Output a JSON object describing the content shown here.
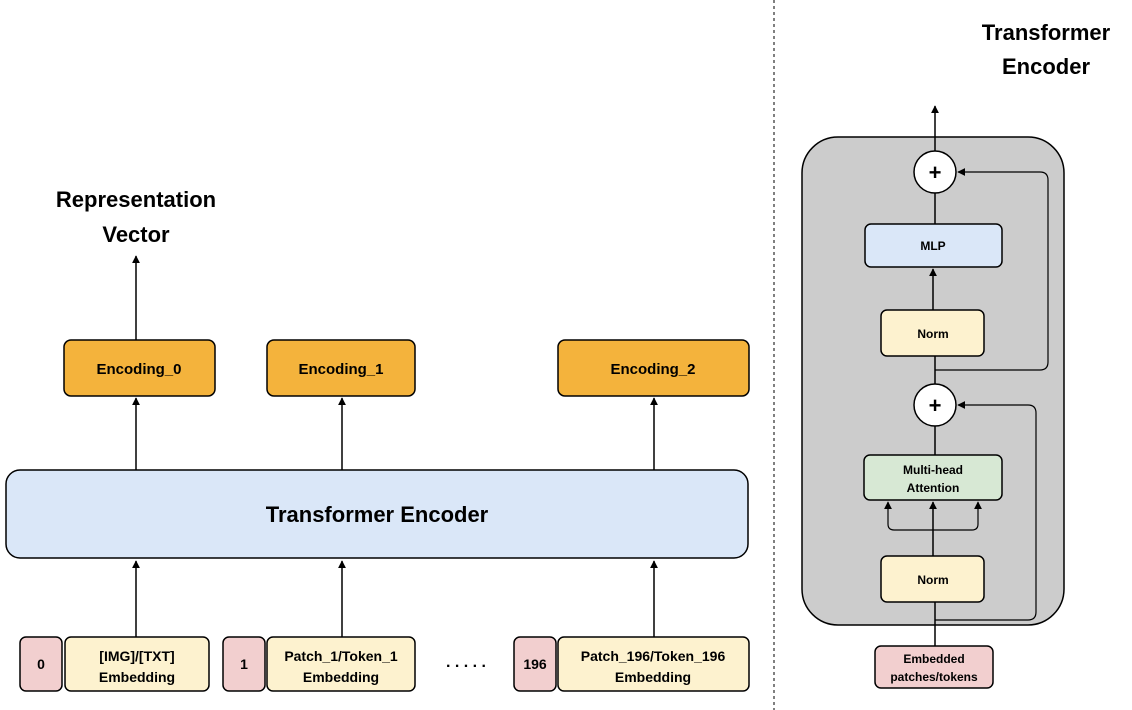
{
  "colors": {
    "encoding_fill": "#f4b33c",
    "encoder_fill": "#dae7f8",
    "embedding_fill": "#fdf2cf",
    "position_fill": "#f2cfcf",
    "attention_fill": "#d7e8d4",
    "mlp_fill": "#dae7f8",
    "norm_fill": "#fdf2cf",
    "panel_fill": "#cccccc",
    "stroke": "#000000"
  },
  "left": {
    "output_title": [
      "Representation",
      "Vector"
    ],
    "encodings": [
      "Encoding_0",
      "Encoding_1",
      "Encoding_2"
    ],
    "encoder_label": "Transformer Encoder",
    "inputs": [
      {
        "position": "0",
        "embedding": [
          "[IMG]/[TXT]",
          "Embedding"
        ]
      },
      {
        "position": "1",
        "embedding": [
          "Patch_1/Token_1",
          "Embedding"
        ]
      },
      {
        "position": "196",
        "embedding": [
          "Patch_196/Token_196",
          "Embedding"
        ]
      }
    ],
    "ellipsis": ". . . . ."
  },
  "right": {
    "title": [
      "Transformer",
      "Encoder"
    ],
    "plus_symbol": "+",
    "mlp_label": "MLP",
    "norm_label": "Norm",
    "attention_label": [
      "Multi-head",
      "Attention"
    ],
    "input_label": [
      "Embedded",
      "patches/tokens"
    ]
  }
}
